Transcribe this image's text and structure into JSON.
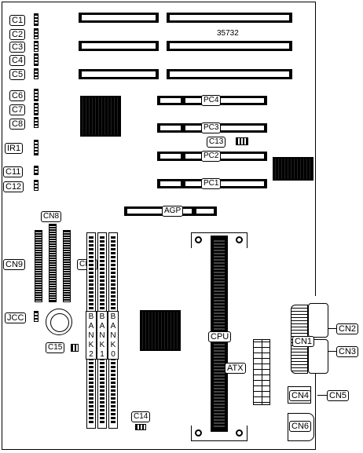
{
  "board_number": "35732",
  "colors": {
    "ink": "#000000",
    "paper": "#ffffff"
  },
  "labels": {
    "c1": "C1",
    "c2": "C2",
    "c3": "C3",
    "c4": "C4",
    "c5": "C5",
    "c6": "C6",
    "c7": "C7",
    "c8": "C8",
    "ir1": "IR1",
    "c11": "C11",
    "c12": "C12",
    "cn8": "CN8",
    "cn9": "CN9",
    "cn7": "CN7",
    "jcc": "JCC",
    "c15": "C15",
    "c14": "C14",
    "c13": "C13",
    "pc4": "PC4",
    "pc3": "PC3",
    "pc2": "PC2",
    "pc1": "PC1",
    "agp": "AGP",
    "cpu": "CPU",
    "atx": "ATX",
    "cn1": "CN1",
    "cn2": "CN2",
    "cn3": "CN3",
    "cn4": "CN4",
    "cn5": "CN5",
    "cn6": "CN6"
  },
  "banks": [
    {
      "letters": [
        "B",
        "A",
        "N",
        "K",
        "2"
      ]
    },
    {
      "letters": [
        "B",
        "A",
        "N",
        "K",
        "1"
      ]
    },
    {
      "letters": [
        "B",
        "A",
        "N",
        "K",
        "0"
      ]
    }
  ]
}
